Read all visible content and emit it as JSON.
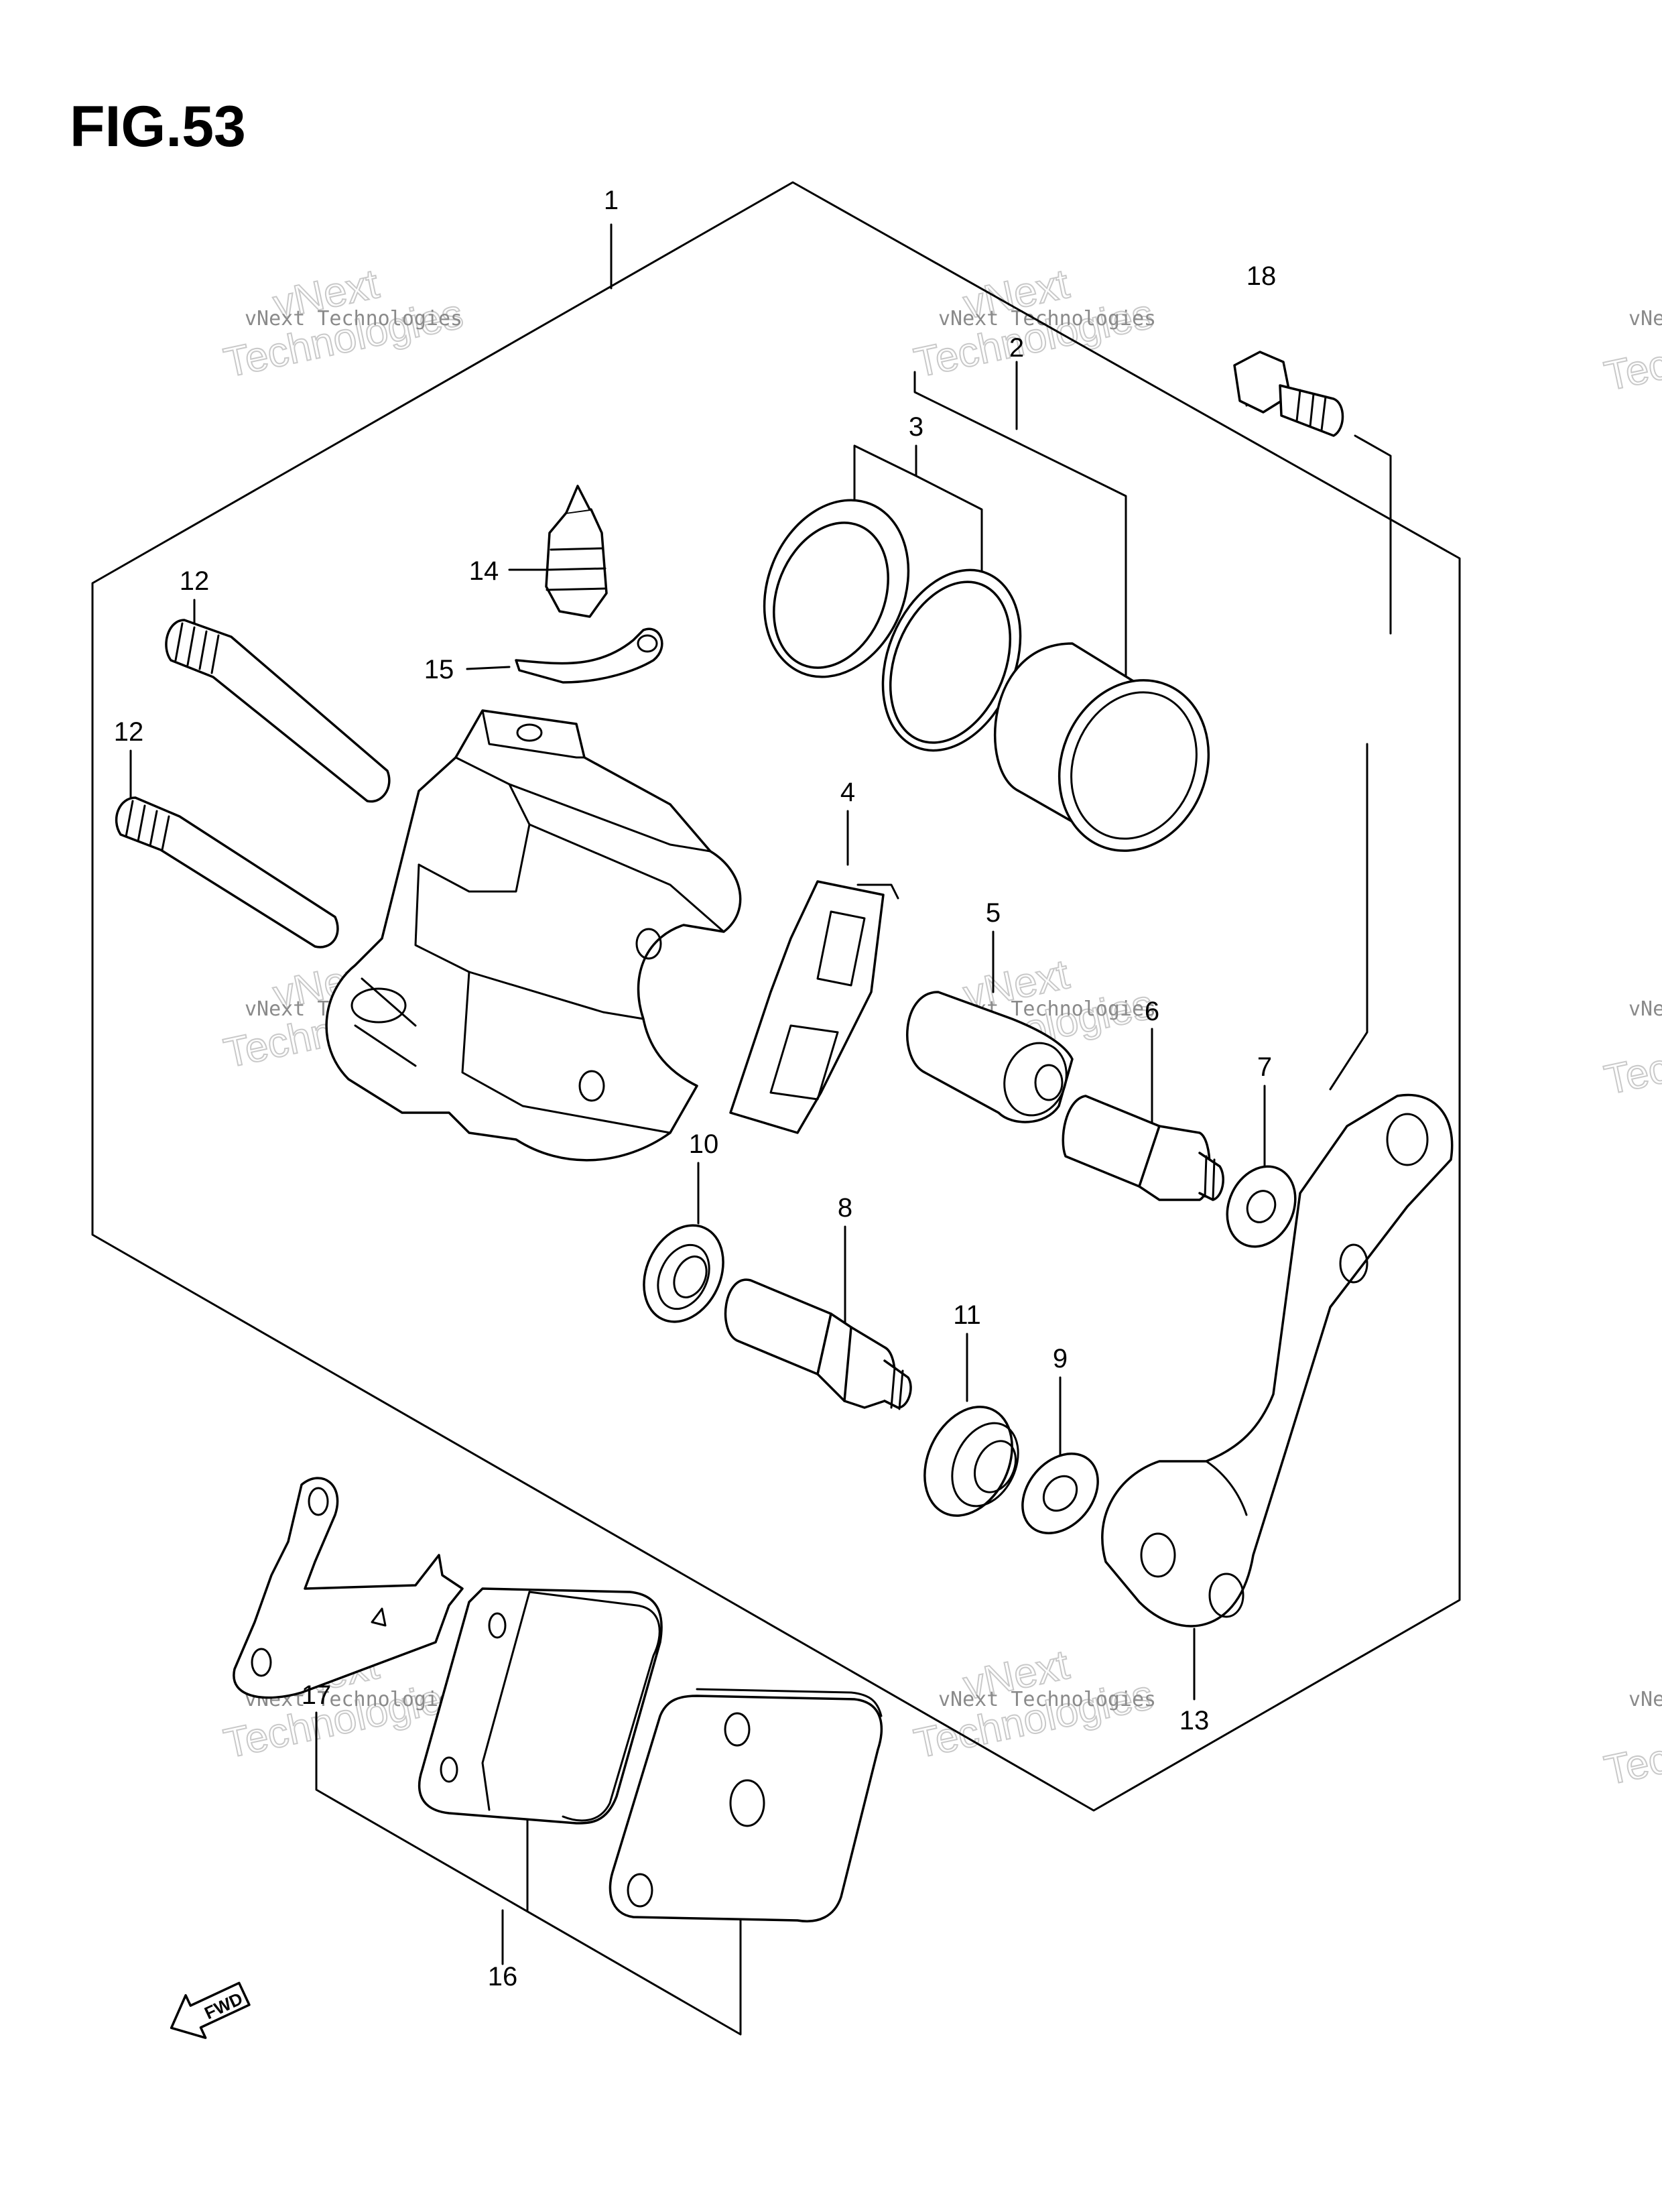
{
  "figure": {
    "title": "FIG.53"
  },
  "callouts": [
    "1",
    "2",
    "3",
    "4",
    "5",
    "6",
    "7",
    "8",
    "9",
    "10",
    "11",
    "12",
    "12",
    "13",
    "14",
    "15",
    "16",
    "17",
    "18"
  ],
  "watermark": {
    "line1": "vNext Technologies",
    "line2": "Technologies",
    "line3": "vNext"
  },
  "direction": {
    "label": "FWD"
  }
}
